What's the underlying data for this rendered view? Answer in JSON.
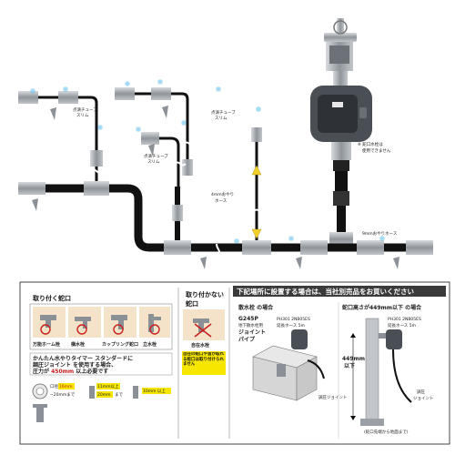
{
  "diagram": {
    "labels": {
      "drip_tube_slim_1": "点滴チューブ",
      "drip_tube_slim_1b": "スリム",
      "drip_tube_slim_2": "点滴チューブ",
      "drip_tube_slim_2b": "スリム",
      "drip_tube_slim_3": "点滴チューブ",
      "drip_tube_slim_3b": "スリム",
      "hose_4mm_a": "4mmおやり",
      "hose_4mm_b": "ホース",
      "hose_9mm": "9mmおやりホース",
      "timer_note_a": "※ 蛇口水栓は",
      "timer_note_b": "使用できません"
    }
  },
  "panel_left": {
    "title": "取り付く蛇口",
    "faucets": [
      "万能ホーム栓",
      "横水栓",
      "カップリング蛇口",
      "立水栓"
    ],
    "note_line1": "かんたん水やりタイマー スタンダードに",
    "note_line2": "調圧ジョイント を使用する場合、",
    "note_line3_pre": "圧力が ",
    "note_line3_val": "450mm",
    "note_line3_post": " 以上必要です",
    "spec1_a": "口径",
    "spec1_b": "16mm",
    "spec1_c": "~20mmまで",
    "spec2_a": "11mm以上",
    "spec2_b": "20mm",
    "spec2_c": "まで",
    "spec3": "10mm 以上"
  },
  "panel_mid": {
    "title_a": "取り付かない",
    "title_b": "蛇口",
    "faucet": "自在水栓",
    "note": "自在の蛇口や首が取れる蛇口は取り付けられません"
  },
  "panel_right": {
    "header": "下記場所に設置する場合は、当社別売品をお買いください",
    "left_title": "散水栓 の場合",
    "left_part_a": "G245P",
    "left_part_b": "地下散水栓用",
    "left_part_c": "ジョイント",
    "left_part_d": "パイプ",
    "left_code_a": "PH301 2NB05ES",
    "left_code_b": "延長ホース 5m",
    "left_joint": "調圧ジョイント",
    "right_title": "蛇口高さが449mm以下 の場合",
    "right_code_a": "PH301 2NB05ES",
    "right_code_b": "延長ホース 5m",
    "right_height_a": "449mm",
    "right_height_b": "以下",
    "right_joint_a": "調圧",
    "right_joint_b": "ジョイント",
    "right_bottom": "(蛇口先端から地面まで)"
  },
  "colors": {
    "tube": "#111111",
    "fitting": "#9aa0a6",
    "accent": "#c8201e",
    "yellow_hl": "#f7e600",
    "arrow_yellow": "#f2cf2a",
    "panel_border": "#444444",
    "panel_bg": "#ffffff",
    "header_bg": "#3a3a3a"
  }
}
